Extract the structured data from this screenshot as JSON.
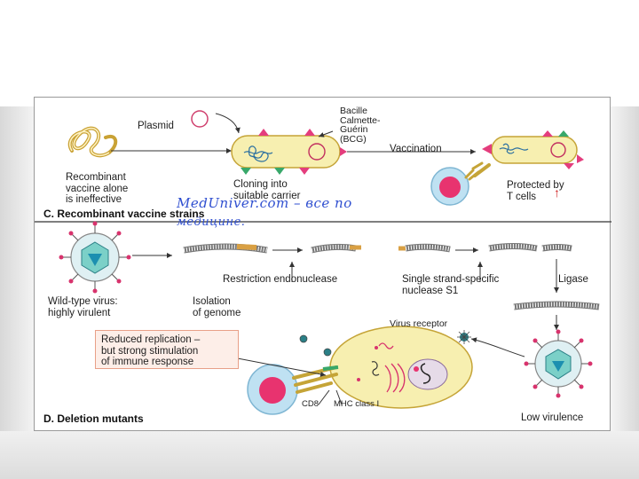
{
  "panel_c": {
    "title": "C. Recombinant vaccine strains",
    "plasmid": "Plasmid",
    "bcg": "Bacille\nCalmette-\nGuérin\n(BCG)",
    "recombinant": "Recombinant\nvaccine alone\nis ineffective",
    "cloning": "Cloning into\nsuitable carrier",
    "vaccination": "Vaccination",
    "protected": "Protected by\nT cells",
    "protected_arrow": "↑"
  },
  "watermark": {
    "line1": "MedUniver.com – все по",
    "line2": "медицине."
  },
  "panel_d": {
    "title": "D. Deletion mutants",
    "wild_type": "Wild-type virus:\nhighly virulent",
    "isolation": "Isolation\nof genome",
    "restriction": "Restriction endonuclease",
    "s1": "Single strand-specific\nnuclease S1",
    "ligase": "Ligase",
    "virus_receptor": "Virus receptor",
    "reduced": "Reduced replication –\nbut strong stimulation\nof immune response",
    "cd8": "CD8",
    "mhc": "MHC class I",
    "low_virulence": "Low virulence"
  },
  "colors": {
    "bacterium": "#f7efb0",
    "bacterium_edge": "#c5a437",
    "pink": "#e43d7d",
    "teal": "#38a86a",
    "virus_teal": "#3aa0a8",
    "wm_blue": "#2f4fd0"
  }
}
